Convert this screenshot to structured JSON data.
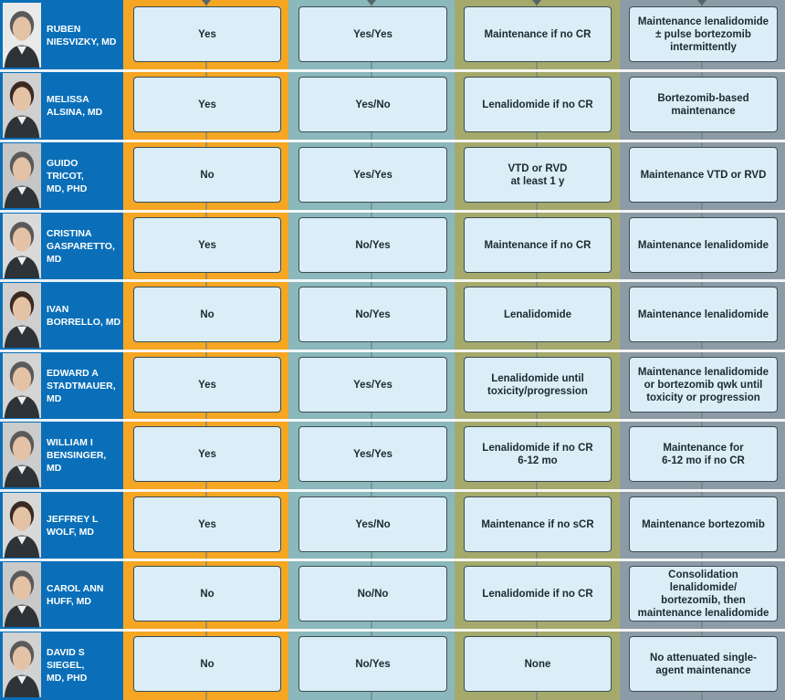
{
  "colors": {
    "name_bg": "#0a6fb8",
    "col1": "#f5a623",
    "col2": "#8ab8bc",
    "col3": "#a5aa6c",
    "col4": "#8d9ba7",
    "box_bg": "#dbeef8"
  },
  "rows": [
    {
      "name": "RUBEN\nNIESVIZKY, MD",
      "c1": "Yes",
      "c2": "Yes/Yes",
      "c3": "Maintenance if no CR",
      "c4": "Maintenance lenalidomide\n± pulse bortezomib\nintermittently"
    },
    {
      "name": "MELISSA\nALSINA, MD",
      "c1": "Yes",
      "c2": "Yes/No",
      "c3": "Lenalidomide if no CR",
      "c4": "Bortezomib-based\nmaintenance"
    },
    {
      "name": "GUIDO\nTRICOT,\nMD, PHD",
      "c1": "No",
      "c2": "Yes/Yes",
      "c3": "VTD or RVD\nat least 1 y",
      "c4": "Maintenance VTD or RVD"
    },
    {
      "name": "CRISTINA\nGASPARETTO,\nMD",
      "c1": "Yes",
      "c2": "No/Yes",
      "c3": "Maintenance if no CR",
      "c4": "Maintenance lenalidomide"
    },
    {
      "name": "IVAN\nBORRELLO, MD",
      "c1": "No",
      "c2": "No/Yes",
      "c3": "Lenalidomide",
      "c4": "Maintenance lenalidomide"
    },
    {
      "name": "EDWARD A\nSTADTMAUER,\nMD",
      "c1": "Yes",
      "c2": "Yes/Yes",
      "c3": "Lenalidomide until\ntoxicity/progression",
      "c4": "Maintenance lenalidomide\nor bortezomib qwk until\ntoxicity or progression"
    },
    {
      "name": "WILLIAM I\nBENSINGER,\nMD",
      "c1": "Yes",
      "c2": "Yes/Yes",
      "c3": "Lenalidomide if no CR\n6-12 mo",
      "c4": "Maintenance for\n6-12 mo if no CR"
    },
    {
      "name": "JEFFREY L\nWOLF, MD",
      "c1": "Yes",
      "c2": "Yes/No",
      "c3": "Maintenance if no sCR",
      "c4": "Maintenance bortezomib"
    },
    {
      "name": "CAROL ANN\nHUFF, MD",
      "c1": "No",
      "c2": "No/No",
      "c3": "Lenalidomide if no CR",
      "c4": "Consolidation lenalidomide/\nbortezomib, then\nmaintenance lenalidomide"
    },
    {
      "name": "DAVID S\nSIEGEL,\nMD, PHD",
      "c1": "No",
      "c2": "No/Yes",
      "c3": "None",
      "c4": "No attenuated single-\nagent maintenance"
    }
  ]
}
